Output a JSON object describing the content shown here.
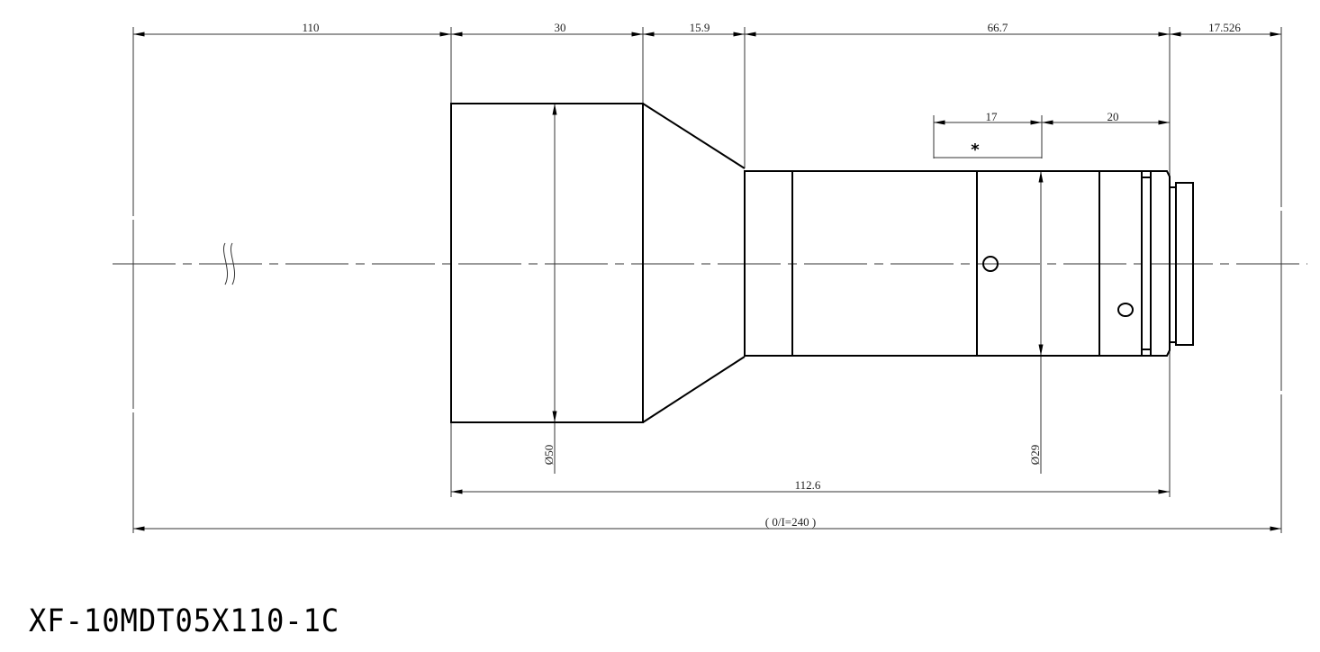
{
  "drawing": {
    "top_dimensions": [
      "110",
      "30",
      "15.9",
      "66.7",
      "17.526"
    ],
    "sub_dimensions": [
      "17",
      "20"
    ],
    "asterisk": "*",
    "diameter_front": "Ø50",
    "diameter_body": "Ø29",
    "length_body": "112.6",
    "overall_length": "( 0/I=240 )"
  },
  "title": "XF-10MDT05X110-1C"
}
